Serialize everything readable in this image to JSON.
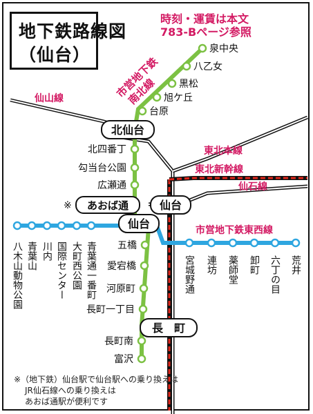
{
  "title": {
    "line1": "地下鉄路線図",
    "line2": "（仙台）"
  },
  "note_top": {
    "line1": "時刻・運賃は本文",
    "line2": "783-Bページ参照"
  },
  "colors": {
    "namboku": "#7cc143",
    "tozai": "#2ea6e0",
    "jr": "#888888",
    "shinkansen": "#e0261a",
    "label": "#d31a63",
    "text": "#111111"
  },
  "lines": {
    "namboku": {
      "label1": "市営地下鉄",
      "label2": "南北線"
    },
    "tozai": {
      "label": "市営地下鉄東西線"
    },
    "senzan": {
      "label": "仙山線"
    },
    "tohoku": {
      "label": "東北本線"
    },
    "shinkansen": {
      "label": "東北新幹線"
    },
    "senseki": {
      "label": "仙石線"
    }
  },
  "stations_namboku": [
    "泉中央",
    "八乙女",
    "黒松",
    "旭ケ丘",
    "台原",
    "北仙台",
    "北四番丁",
    "勾当台公園",
    "広瀬通",
    "仙台",
    "五橋",
    "愛宕橋",
    "河原町",
    "長町一丁目",
    "長町",
    "長町南",
    "富沢"
  ],
  "stations_tozai_west": [
    "八木山動物公園",
    "青葉山",
    "川内",
    "国際センター",
    "大町西公園",
    "青葉通一番町"
  ],
  "stations_tozai_east": [
    "宮城野通",
    "連坊",
    "薬師堂",
    "卸町",
    "六丁の目",
    "荒井"
  ],
  "boxes": {
    "kitasendai": "北仙台",
    "aoba_mark": "※",
    "aoba": "あおば通",
    "sendai_jr": "仙台",
    "sendai_sub": "仙台",
    "nagamachi": "長　町"
  },
  "footnote": {
    "line1": "※（地下鉄）仙台駅で仙台駅への乗り換えは",
    "line2": "JR仙石線への乗り換えは",
    "line3": "あおば通駅が便利です"
  }
}
